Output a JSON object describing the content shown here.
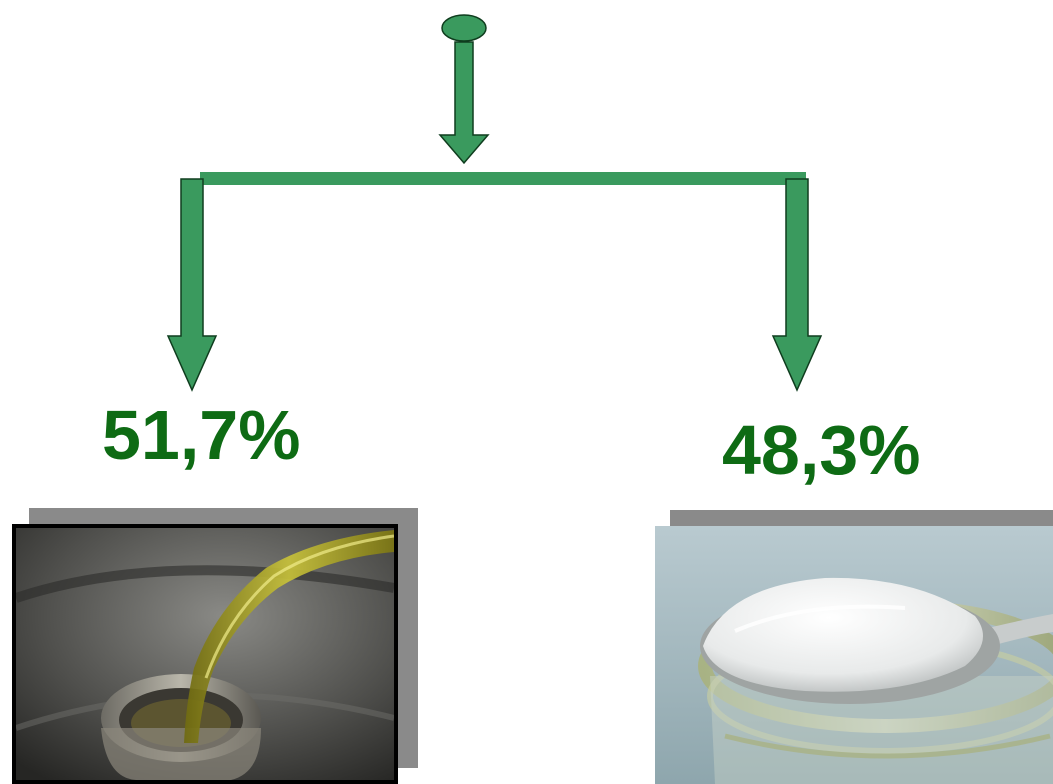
{
  "diagram": {
    "colors": {
      "arrow_fill": "#3a9a5e",
      "arrow_stroke": "#0f3d1e",
      "percent_text": "#0e6b14",
      "photo_shadow": "#8a8a8a"
    },
    "branches": [
      {
        "percent": "51,7%",
        "image": "oil-pouring-photo"
      },
      {
        "percent": "48,3%",
        "image": "sugar-spoon-photo"
      }
    ]
  }
}
